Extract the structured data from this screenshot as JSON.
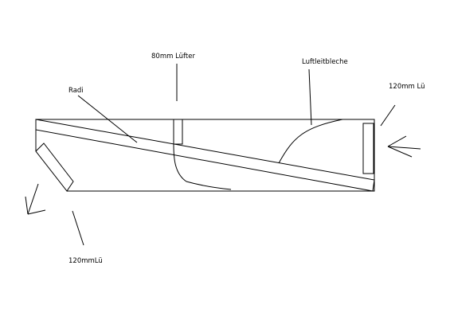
{
  "labels": {
    "fan80": "80mm Lüfter",
    "baffles": "Luftleitbleche",
    "fan120_right": "120mm Lü",
    "radiator": "Radi",
    "fan120_left": "120mmLü"
  },
  "colors": {
    "ink": "#000000",
    "background": "#ffffff"
  }
}
